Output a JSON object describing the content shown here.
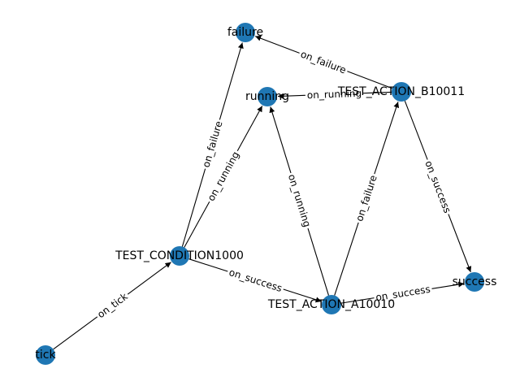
{
  "colors": {
    "node": "#1f77b4",
    "edge": "#000000",
    "label_bg": "#ffffff"
  },
  "nodes": [
    {
      "id": "tick",
      "label": "tick"
    },
    {
      "id": "cond",
      "label": "TEST_CONDITION1000"
    },
    {
      "id": "failure",
      "label": "failure"
    },
    {
      "id": "running",
      "label": "running"
    },
    {
      "id": "actB",
      "label": "TEST_ACTION_B10011"
    },
    {
      "id": "actA",
      "label": "TEST_ACTION_A10010"
    },
    {
      "id": "success",
      "label": "success"
    }
  ],
  "edges": [
    {
      "from": "tick",
      "to": "cond",
      "label": "on_tick"
    },
    {
      "from": "cond",
      "to": "failure",
      "label": "on_failure"
    },
    {
      "from": "cond",
      "to": "running",
      "label": "on_running"
    },
    {
      "from": "cond",
      "to": "actA",
      "label": "on_success"
    },
    {
      "from": "actA",
      "to": "running",
      "label": "on_running"
    },
    {
      "from": "actA",
      "to": "actB",
      "label": "on_failure"
    },
    {
      "from": "actA",
      "to": "success",
      "label": "on_success"
    },
    {
      "from": "actB",
      "to": "failure",
      "label": "on_failure"
    },
    {
      "from": "actB",
      "to": "running",
      "label": "on_running"
    },
    {
      "from": "actB",
      "to": "success",
      "label": "on_success"
    }
  ]
}
